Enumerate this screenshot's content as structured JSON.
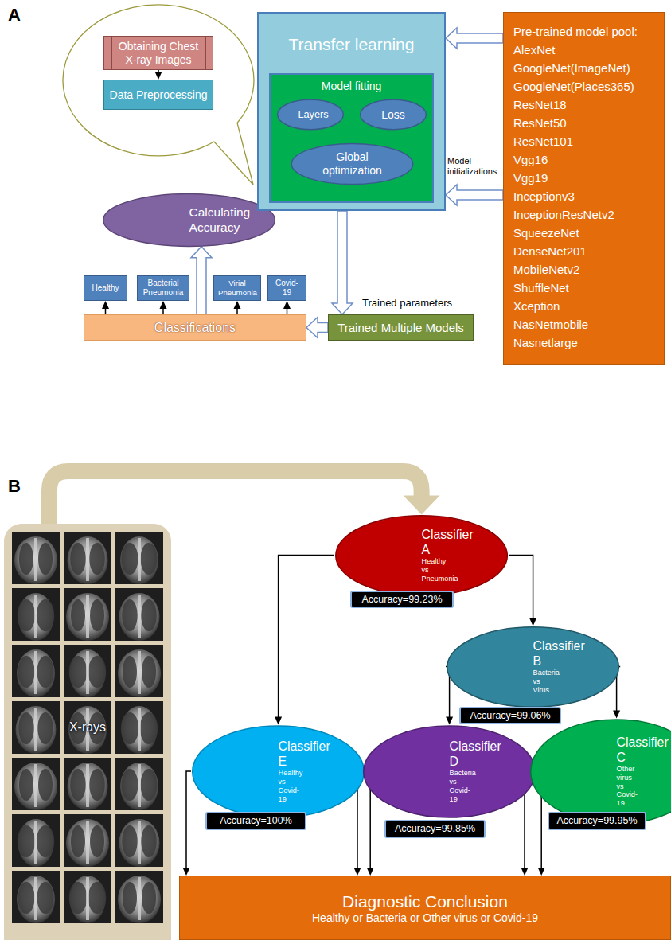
{
  "diagram": {
    "nodes": [
      {
        "text": [
          "Obtaining Chest X-ray Images"
        ]
      },
      {
        "text": [
          "Data Preprocessing"
        ]
      },
      {
        "text": [
          "Calculating Accuracy"
        ]
      },
      {
        "text": [
          "Transfer learning"
        ]
      },
      {
        "text": [
          "Model fitting"
        ],
        "in": 3
      },
      {
        "text": [
          "Layers"
        ],
        "in": 4
      },
      {
        "text": [
          "Loss"
        ],
        "in": 4
      },
      {
        "text": [
          "Global optimization"
        ],
        "in": 4
      },
      {
        "text": [
          "Pre-trained model pool:",
          "AlexNet",
          "GoogleNet(ImageNet)",
          "GoogleNet(Places365)",
          "ResNet18",
          "ResNet50",
          "ResNet101",
          "Vgg16",
          "Vgg19",
          "Inceptionv3",
          "InceptionResNetv2",
          "SqueezeNet",
          "DenseNet201",
          "MobileNetv2",
          "ShuffleNet",
          "Xception",
          "NasNetmobile",
          "Nasnetlarge"
        ]
      },
      {
        "text": [
          "Healthy"
        ]
      },
      {
        "text": [
          "Bacterial Pneumonia"
        ]
      },
      {
        "text": [
          "Virial Pneumonia"
        ]
      },
      {
        "text": [
          "Covid-19"
        ]
      },
      {
        "text": [
          "Classifications"
        ]
      },
      {
        "text": [
          "Trained Multiple Models"
        ]
      },
      {
        "text": [
          "X-rays"
        ]
      },
      {
        "text": [
          "Classifier A",
          "Healthy vs Pneumonia"
        ]
      },
      {
        "text": [
          "Accuracy=99.23%"
        ]
      },
      {
        "text": [
          "Classifier B",
          "Bacteria vs Virus"
        ]
      },
      {
        "text": [
          "Accuracy=99.06%"
        ]
      },
      {
        "text": [
          "Classifier E",
          "Healthy vs Covid-19"
        ]
      },
      {
        "text": [
          "Accuracy=100%"
        ]
      },
      {
        "text": [
          "Classifier D",
          "Bacteria vs Covid-19"
        ]
      },
      {
        "text": [
          "Accuracy=99.85%"
        ]
      },
      {
        "text": [
          "Classifier C",
          "Other virus vs Covid-19"
        ]
      },
      {
        "text": [
          "Accuracy=99.95%"
        ]
      },
      {
        "text": [
          "Diagnostic Conclusion",
          "Healthy or Bacteria or Other virus or Covid-19"
        ]
      }
    ],
    "edges": [
      {
        "from": 0,
        "to": 1,
        "arrow": "to"
      },
      {
        "from": 8,
        "to": 3,
        "arrow": "to"
      },
      {
        "from": 8,
        "to": 3,
        "arrow": "to"
      },
      {
        "from": 3,
        "to": 14,
        "arrow": "to"
      },
      {
        "from": 14,
        "to": 13,
        "arrow": "to"
      },
      {
        "from": 13,
        "to": 9,
        "arrow": "to"
      },
      {
        "from": 13,
        "to": 10,
        "arrow": "to"
      },
      {
        "from": 13,
        "to": 11,
        "arrow": "to"
      },
      {
        "from": 13,
        "to": 12,
        "arrow": "to"
      },
      {
        "from": 13,
        "to": 2,
        "arrow": "to"
      },
      {
        "from": 15,
        "to": 16,
        "arrow": "to"
      },
      {
        "from": 16,
        "to": 20,
        "arrow": "to"
      },
      {
        "from": 16,
        "to": 18,
        "arrow": "to"
      },
      {
        "from": 18,
        "to": 22,
        "arrow": "to"
      },
      {
        "from": 18,
        "to": 24,
        "arrow": "to"
      },
      {
        "from": 20,
        "to": 26,
        "arrow": "to"
      },
      {
        "from": 20,
        "to": 26,
        "arrow": "to"
      },
      {
        "from": 22,
        "to": 26,
        "arrow": "to"
      },
      {
        "from": 22,
        "to": 26,
        "arrow": "to"
      },
      {
        "from": 24,
        "to": 26,
        "arrow": "to"
      },
      {
        "from": 24,
        "to": 26,
        "arrow": "to"
      }
    ],
    "labels": [
      "A",
      "Model initializations",
      "Trained parameters",
      "B"
    ]
  }
}
